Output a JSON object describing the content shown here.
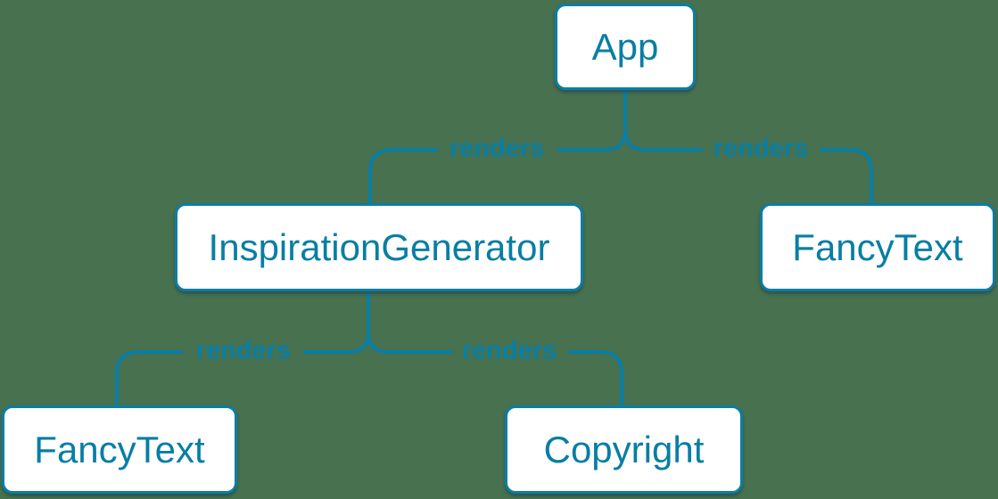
{
  "diagram": {
    "colors": {
      "background": "#47714f",
      "accent": "#0a7ea4",
      "node_fill": "#ffffff",
      "node_text": "#087ea4"
    },
    "nodes": [
      {
        "id": "app",
        "label": "App"
      },
      {
        "id": "inspiration-generator",
        "label": "InspirationGenerator"
      },
      {
        "id": "fancy-text-top",
        "label": "FancyText"
      },
      {
        "id": "fancy-text-bottom",
        "label": "FancyText"
      },
      {
        "id": "copyright",
        "label": "Copyright"
      }
    ],
    "edges": [
      {
        "from": "App",
        "to": "InspirationGenerator",
        "label": "renders"
      },
      {
        "from": "App",
        "to": "FancyText",
        "label": "renders"
      },
      {
        "from": "InspirationGenerator",
        "to": "FancyText",
        "label": "renders"
      },
      {
        "from": "InspirationGenerator",
        "to": "Copyright",
        "label": "renders"
      }
    ]
  }
}
